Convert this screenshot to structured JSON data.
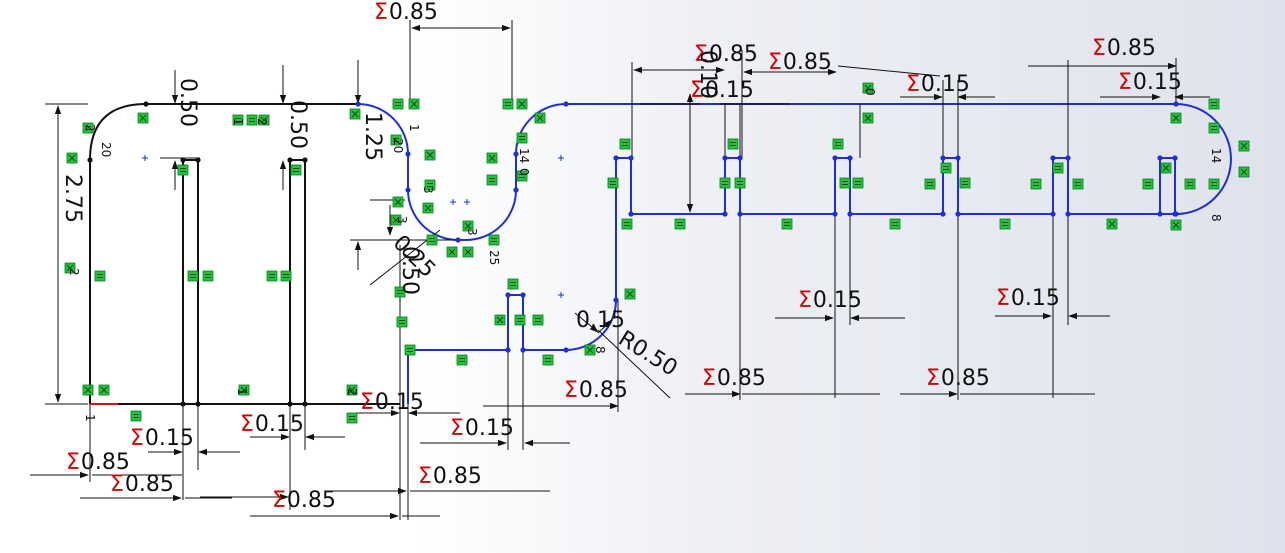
{
  "colors": {
    "sketch_line": "#1f2fd6",
    "dim_line": "#111111",
    "sigma": "#d40000",
    "relation_fill": "#23c43c",
    "relation_border": "#0a7a1f"
  },
  "sigma_symbol": "Σ",
  "dimensions": [
    {
      "id": "top-sum-085-a",
      "sigma": true,
      "text": "0.85"
    },
    {
      "id": "v-050-a",
      "sigma": false,
      "text": "0.50"
    },
    {
      "id": "v-050-b",
      "sigma": false,
      "text": "0.50"
    },
    {
      "id": "v-125",
      "sigma": false,
      "text": "1.25"
    },
    {
      "id": "v-275",
      "sigma": false,
      "text": "2.75"
    },
    {
      "id": "mid-sum-085-a",
      "sigma": true,
      "text": "0.85"
    },
    {
      "id": "mid-sum-085-b",
      "sigma": true,
      "text": "0.85"
    },
    {
      "id": "mid-sum-015-a",
      "sigma": true,
      "text": "0.15"
    },
    {
      "id": "v-010",
      "sigma": false,
      "text": "0.10"
    },
    {
      "id": "right-sum-015-a",
      "sigma": true,
      "text": "0.15"
    },
    {
      "id": "right-sum-085",
      "sigma": true,
      "text": "0.85"
    },
    {
      "id": "right-sum-015-b",
      "sigma": true,
      "text": "0.15"
    },
    {
      "id": "bl-sum-015-a",
      "sigma": true,
      "text": "0.15"
    },
    {
      "id": "bl-sum-015-b",
      "sigma": true,
      "text": "0.15"
    },
    {
      "id": "bl-sum-085-a",
      "sigma": true,
      "text": "0.85"
    },
    {
      "id": "bl-sum-085-b",
      "sigma": true,
      "text": "0.85"
    },
    {
      "id": "bl-sum-085-c",
      "sigma": true,
      "text": "0.85"
    },
    {
      "id": "bm-sum-015-a",
      "sigma": true,
      "text": "0.15"
    },
    {
      "id": "bm-sum-015-b",
      "sigma": true,
      "text": "0.15"
    },
    {
      "id": "bm-sum-085-a",
      "sigma": true,
      "text": "0.85"
    },
    {
      "id": "bm-sum-085-b",
      "sigma": true,
      "text": "0.85"
    },
    {
      "id": "bm-015",
      "sigma": false,
      "text": "0.15"
    },
    {
      "id": "r050",
      "sigma": false,
      "text": "R0.50"
    },
    {
      "id": "v-025",
      "sigma": false,
      "text": "0.25"
    },
    {
      "id": "v-050-c",
      "sigma": false,
      "text": "0.50"
    },
    {
      "id": "br-sum-015-a",
      "sigma": true,
      "text": "0.15"
    },
    {
      "id": "br-sum-015-b",
      "sigma": true,
      "text": "0.15"
    },
    {
      "id": "br-sum-085-a",
      "sigma": true,
      "text": "0.85"
    },
    {
      "id": "br-sum-085-b",
      "sigma": true,
      "text": "0.85"
    }
  ],
  "relation_numbers": [
    {
      "id": "rn-2a",
      "text": "2"
    },
    {
      "id": "rn-20a",
      "text": "20"
    },
    {
      "id": "rn-1a",
      "text": "1"
    },
    {
      "id": "rn-2b",
      "text": "2"
    },
    {
      "id": "rn-1b",
      "text": "1"
    },
    {
      "id": "rn-20b",
      "text": "20"
    },
    {
      "id": "rn-3a",
      "text": "3"
    },
    {
      "id": "rn-3b",
      "text": "3"
    },
    {
      "id": "rn-3c",
      "text": "3"
    },
    {
      "id": "rn-25",
      "text": "25"
    },
    {
      "id": "rn-14a",
      "text": "14"
    },
    {
      "id": "rn-0a",
      "text": "0"
    },
    {
      "id": "rn-8a",
      "text": "8"
    },
    {
      "id": "rn-14b",
      "text": "14"
    },
    {
      "id": "rn-8b",
      "text": "8"
    },
    {
      "id": "rn-2c",
      "text": "2"
    },
    {
      "id": "rn-1c",
      "text": "1"
    },
    {
      "id": "rn-2d",
      "text": "2"
    },
    {
      "id": "rn-1d",
      "text": "1"
    },
    {
      "id": "rn-0b",
      "text": "0"
    }
  ]
}
